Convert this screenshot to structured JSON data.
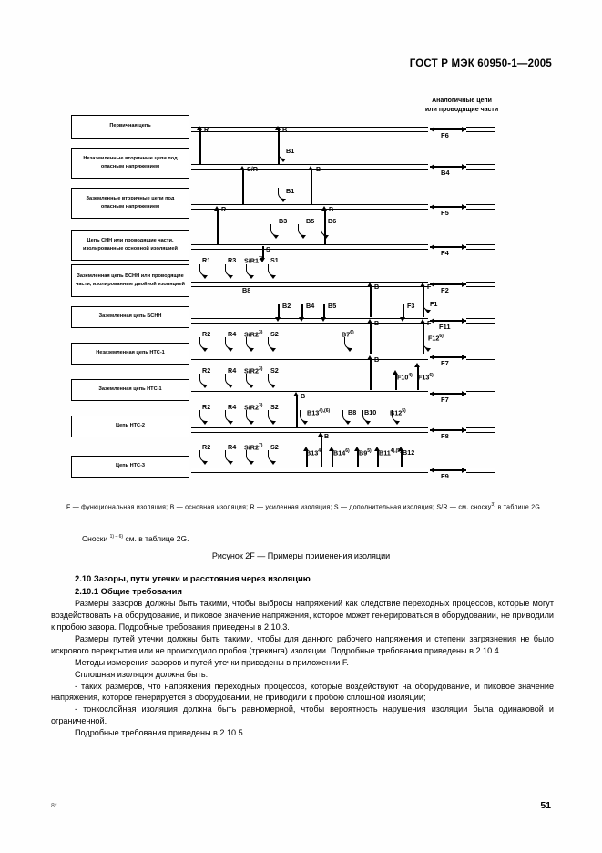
{
  "header": {
    "standard_title": "ГОСТ Р МЭК 60950-1—2005",
    "analog_note": "Аналогичные цепи\nили проводящие части"
  },
  "figure": {
    "rows": [
      {
        "label": "Первичная цепь",
        "right_code": "F6"
      },
      {
        "label": "Незаземленные вторичные цепи под опасным напряжением",
        "right_code": "B4"
      },
      {
        "label": "Заземленные вторичные цепи под опасным напряжением",
        "right_code": "F5"
      },
      {
        "label": "Цепь СНН или проводящие части, изолированные основной изоляцией",
        "right_code": "F4"
      },
      {
        "label": "Заземленная цепь БСНН или проводящие части, изолированные двойной изоляцией",
        "right_code": "F2"
      },
      {
        "label": "Заземленная цепь БСНН",
        "right_code": "F11"
      },
      {
        "label": "Незаземленная цепь НТС-1",
        "right_code": "F7"
      },
      {
        "label": "Заземленная цепь НТС-1",
        "right_code": "F7"
      },
      {
        "label": "Цепь НТС-2",
        "right_code": "F8"
      },
      {
        "label": "Цепь НТС-3",
        "right_code": "F9"
      }
    ],
    "markers": {
      "r1_row1": "R",
      "b_row1": "B",
      "b1_row1": "B1",
      "sr_row2": "S/R",
      "b_row2": "B",
      "b1_row2": "B1",
      "r_row3": "R",
      "b3_row3": "B3",
      "b5_row3": "B5",
      "b6_row3": "B6",
      "b_row3": "B",
      "r1_row4": "R1",
      "r3_row4": "R3",
      "sr1_row4": "S/R1",
      "sr1_sup": "7)",
      "s1_row4": "S1",
      "s_row4": "S",
      "b8_row5": "B8",
      "b2_row5": "B2",
      "b4_row5": "B4",
      "b5_row5": "B5",
      "b_row5": "B",
      "f_row5": "F",
      "f3_row5": "F3",
      "f1_row5": "F1",
      "r2_row6": "R2",
      "r4_row6": "R4",
      "sr2_row6": "S/R2",
      "sr2_sup": "3)",
      "s2_row6": "S2",
      "b7_row6": "B7",
      "b7_sup": "6)",
      "b_row6": "B",
      "f_row6": "F",
      "f12_row6": "F12",
      "f12_sup": "6)",
      "r2_row7": "R2",
      "r4_row7": "R4",
      "sr2_row7": "S/R2",
      "sr2_sup7": "3)",
      "s2_row7": "S2",
      "b_row7": "B",
      "f10_row7": "F10",
      "f10_sup": "4)",
      "f13_row7": "F13",
      "f13_sup": "6)",
      "r2_row8": "R2",
      "r4_row8": "R4",
      "sr2_row8": "S/R2",
      "sr2_sup8": "3)",
      "s2_row8": "S2",
      "b_row8": "B",
      "b13_row8": "B13",
      "b13_sup": "4),(6)",
      "b8_row8": "B8",
      "b10_row8": "B10",
      "b12_row8": "B12",
      "b12_sup": "5)",
      "b10_sup": "4)",
      "r2_row9": "R2",
      "r4_row9": "R4",
      "sr2_row9": "S/R2",
      "sr2_sup9": "7)",
      "s2_row9": "S2",
      "b_row9": "B",
      "b13_row9": "B13",
      "b13_sup9": "4)",
      "b14_row9": "B14",
      "b14_sup": "6)",
      "b9_row9": "B9",
      "b9_sup": "5)",
      "b11_row9": "B11",
      "b11_sup": "4),(5)",
      "b12_row9": "B12"
    }
  },
  "legend": {
    "line1": "F — функциональная изоляция; B — основная изоляция; R — усиленная изоляция; S — дополнительная изоляция; S/R — см. сноску",
    "line1_sup": "3)",
    "line1_tail": " в таблице 2G",
    "footnotes": "Сноски ",
    "footnotes_sup": "1) – 6)",
    "footnotes_tail": " см. в таблице 2G.",
    "caption": "Рисунок 2F — Примеры применения изоляции"
  },
  "body": {
    "heading1": "2.10 Зазоры, пути утечки и расстояния через изоляцию",
    "heading2": "2.10.1 Общие требования",
    "p1": "Размеры зазоров должны быть такими, чтобы выбросы напряжений как следствие переходных процессов, которые могут воздействовать на оборудование, и пиковое значение напряжения, которое может генерироваться в оборудовании, не приводили к пробою зазора. Подробные требования приведены в 2.10.3.",
    "p2": "Размеры  путей утечки должны быть такими, чтобы для данного рабочего напряжения и степени загрязнения не было искрового перекрытия или не происходило пробоя (трекинга) изоляции. Подробные требования приведены в 2.10.4.",
    "p3": "Методы измерения зазоров и путей утечки приведены в приложении F.",
    "p4": "Сплошная изоляция должна быть:",
    "p5": "- таких размеров, что напряжения переходных процессов, которые воздействуют на оборудование, и пиковое значение напряжения, которое генерируется в оборудовании, не приводили к пробою сплошной изоляции;",
    "p6": "- тонкослойная изоляция должна быть равномерной, чтобы вероятность нарушения изоляции была одинаковой и ограниченной.",
    "p7": "Подробные требования приведены в 2.10.5."
  },
  "footer": {
    "page_number": "51",
    "signature_mark": "8*"
  }
}
